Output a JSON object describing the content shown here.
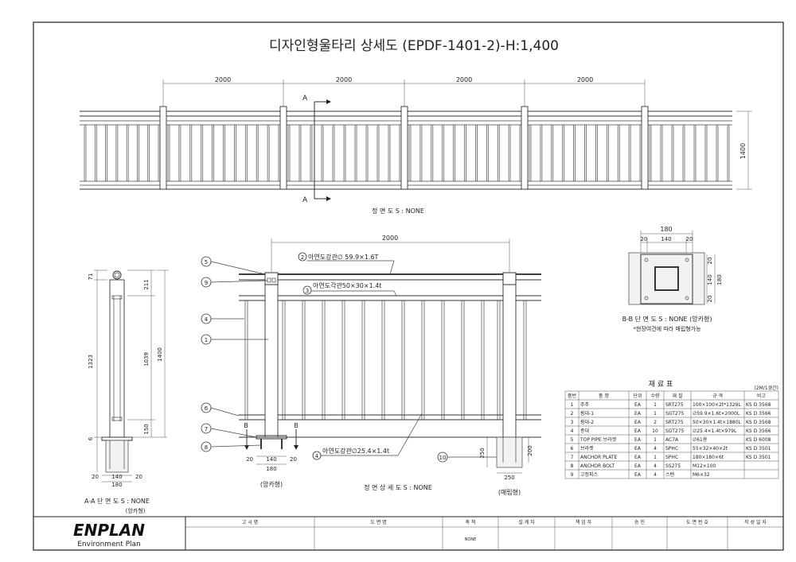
{
  "title": "디자인형울타리 상세도 (EPDF-1401-2)-H:1,400",
  "elevation": {
    "spans": [
      "2000",
      "2000",
      "2000",
      "2000"
    ],
    "height_dim": "1400",
    "section_mark": "A",
    "caption": "정 면 도 S : NONE"
  },
  "detail": {
    "span_dim": "2000",
    "callouts": [
      {
        "num": "2",
        "text": "아연도강관∅ 59.9×1.6T"
      },
      {
        "num": "3",
        "text": "아연도각관50×30×1.4t"
      },
      {
        "num": "4",
        "text": "아연도강관∅25.4×1.4t"
      }
    ],
    "left_bubbles": [
      "5",
      "9",
      "4",
      "1",
      "6",
      "7",
      "8"
    ],
    "bubble_10": "10",
    "section_mark": "B",
    "anchor_dims": [
      "20",
      "140",
      "20",
      "180"
    ],
    "anchor_label": "(앙카형)",
    "embed_dims": [
      "250",
      "200",
      "250"
    ],
    "embed_label": "(매립형)",
    "caption": "정 면 상 세 도 S : NONE"
  },
  "section_aa": {
    "dims_left": [
      "71",
      "1323",
      "6"
    ],
    "dims_right": [
      "211",
      "1039",
      "150"
    ],
    "overall": "1400",
    "bottom_dims": [
      "20",
      "140",
      "20",
      "180"
    ],
    "caption": "A-A 단 면 도 S : NONE",
    "sub": "(앙카형)"
  },
  "section_bb": {
    "top_dims": [
      "180",
      "20",
      "140",
      "20"
    ],
    "side_dims": [
      "20",
      "140",
      "20",
      "180"
    ],
    "caption": "B-B 단 면 도 S : NONE (앙카형)",
    "note": "*현장여건에 따라 매립형가능"
  },
  "materials": {
    "title": "재 료 표",
    "unit_note": "(2M/1경간)",
    "headers": [
      "품번",
      "품 명",
      "단위",
      "수량",
      "재 질",
      "규 격",
      "비고"
    ],
    "rows": [
      [
        "1",
        "주주",
        "EA",
        "1",
        "SRT275",
        "100×100×2t*1329L",
        "KS D 3568"
      ],
      [
        "2",
        "횡대-1",
        "EA",
        "1",
        "SGT275",
        "∅59.9×1.6t×2000L",
        "KS D 3566"
      ],
      [
        "3",
        "횡대-2",
        "EA",
        "2",
        "SRT275",
        "50×30×1.4t×1880L",
        "KS D 3568"
      ],
      [
        "4",
        "종대",
        "EA",
        "10",
        "SGT275",
        "∅25.4×1.4t×979L",
        "KS D 3566"
      ],
      [
        "5",
        "TOP PIPE 브라켓",
        "EA",
        "1",
        "AC7A",
        "∅61용",
        "KS D 6008"
      ],
      [
        "6",
        "브라켓",
        "EA",
        "4",
        "SPHC",
        "55×32×40×2t",
        "KS D 3501"
      ],
      [
        "7",
        "ANCHOR PLATE",
        "EA",
        "1",
        "SPHC",
        "180×180×6t",
        "KS D 3501"
      ],
      [
        "8",
        "ANCHOR BOLT",
        "EA",
        "4",
        "SS275",
        "M12×100",
        ""
      ],
      [
        "9",
        "고정피스",
        "EA",
        "4",
        "스텐",
        "M6×32",
        ""
      ]
    ]
  },
  "title_block": {
    "logo": "ENPLAN",
    "logo_sub": "Environment Plan",
    "headers": [
      "고 시 명",
      "도 면 명",
      "축 척",
      "설 계 자",
      "책 임 자",
      "승 인",
      "도 면 번 호",
      "작 성 일 자"
    ],
    "scale_value": "NONE"
  }
}
